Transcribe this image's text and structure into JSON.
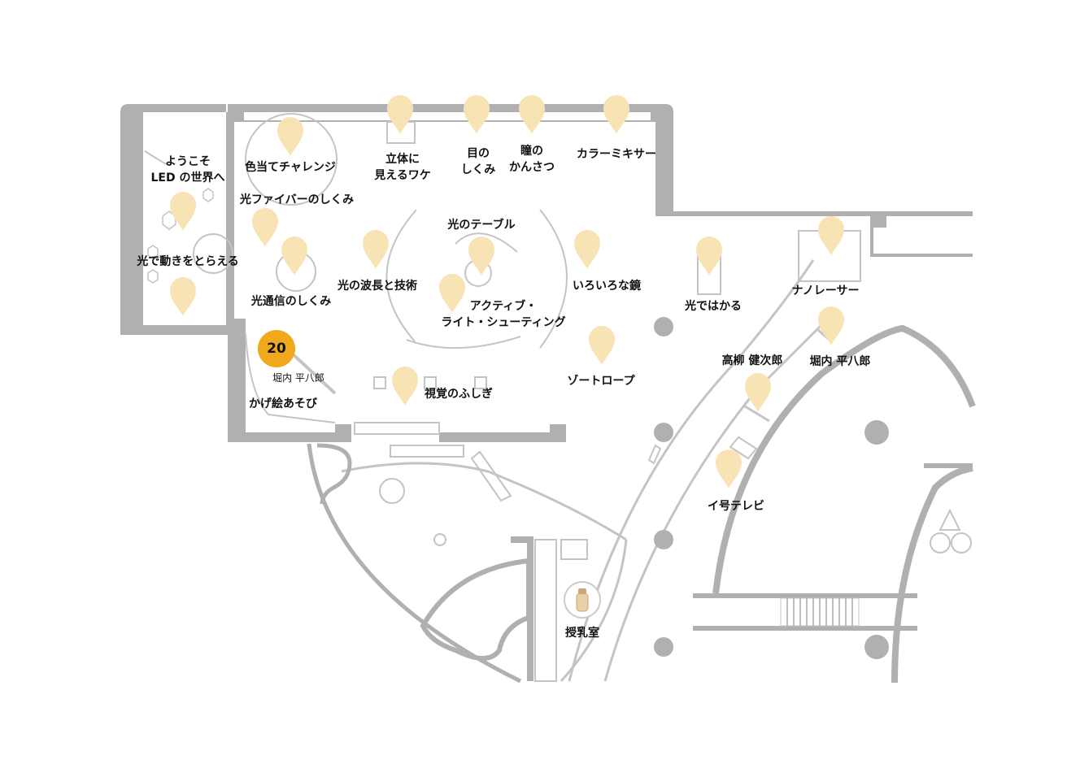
{
  "map": {
    "highlighted_spot": {
      "number": "20",
      "artist": "堀内 平八郎",
      "name": "かげ絵あそび"
    },
    "exhibits": {
      "welcome_line1": "ようこそ",
      "welcome_line2": "LED の世界へ",
      "color_challenge": "色当てチャレンジ",
      "stereo_line1": "立体に",
      "stereo_line2": "見えるワケ",
      "eye_line1": "目の",
      "eye_line2": "しくみ",
      "pupil_line1": "瞳の",
      "pupil_line2": "かんさつ",
      "color_mixer": "カラーミキサー",
      "optical_fiber": "光ファイバーのしくみ",
      "light_table": "光のテーブル",
      "motion_capture": "光で動きをとらえる",
      "wavelength": "光の波長と技術",
      "various_mirrors": "いろいろな鏡",
      "measure_light": "光ではかる",
      "nanolaser": "ナノレーサー",
      "active_line1": "アクティブ・",
      "active_line2": "ライト・シューティング",
      "optical_comm": "光通信のしくみ",
      "zoetrope": "ゾートロープ",
      "visual_mystery": "視覚のふしぎ",
      "takayanagi": "高柳 健次郎",
      "horiuchi": "堀内 平八郎",
      "i_tv": "イ号テレビ"
    },
    "facilities": {
      "nursing_room": "授乳室",
      "nursing_icon": "baby-bottle-icon"
    },
    "colors": {
      "wall": "#b0b0b0",
      "wall_line": "#c4c4c4",
      "pin": "#f8e3b4",
      "badge": "#f0a81c",
      "text": "#111111"
    }
  }
}
